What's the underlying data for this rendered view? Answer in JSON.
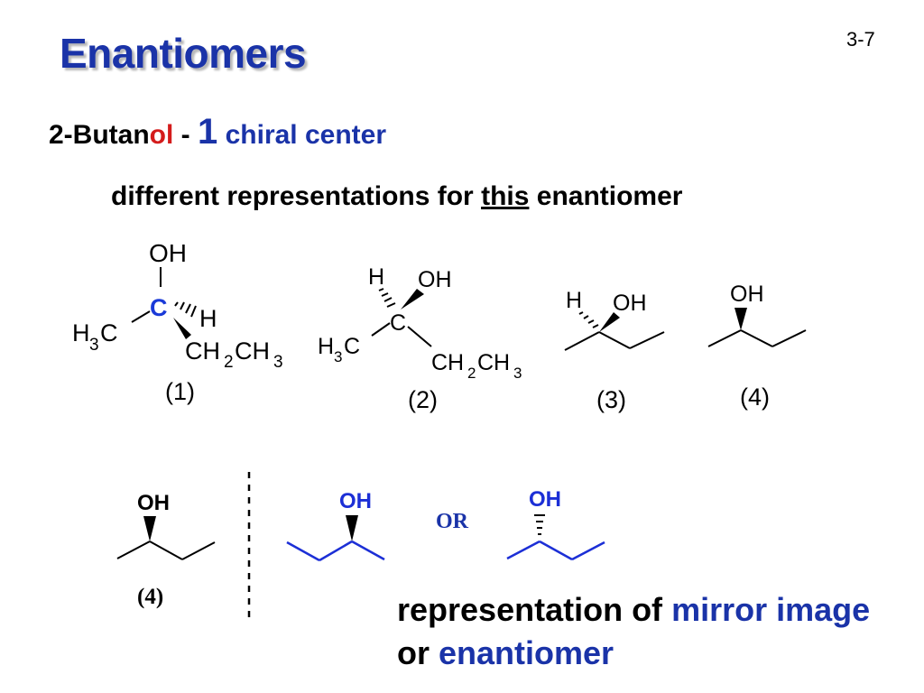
{
  "slide": {
    "title": "Enantiomers",
    "number": "3-7"
  },
  "subtitle": {
    "compound": "2-Butan",
    "suffix": "ol",
    "dash": " - ",
    "count": "1",
    "center_text": " chiral center"
  },
  "description": {
    "before": "different representations for ",
    "underlined": "this",
    "after": " enantiomer"
  },
  "structures": {
    "s1": {
      "label": "(1)",
      "oh": "OH",
      "c": "C",
      "h": "H",
      "left": "H",
      "left_sub": "3",
      "left_c": "C",
      "right_a": "CH",
      "right_sub": "2",
      "right_b": "CH",
      "right_sub2": "3"
    },
    "s2": {
      "label": "(2)",
      "oh": "OH",
      "c": "C",
      "h": "H",
      "left": "H",
      "left_sub": "3",
      "left_c": "C",
      "right_a": "CH",
      "right_sub": "2",
      "right_b": "CH",
      "right_sub2": "3"
    },
    "s3": {
      "label": "(3)",
      "oh": "OH",
      "h": "H"
    },
    "s4": {
      "label": "(4)",
      "oh": "OH"
    }
  },
  "comparison": {
    "left_oh": "OH",
    "left_label": "(4)",
    "mirror1_oh": "OH",
    "or_text": "OR",
    "mirror2_oh": "OH"
  },
  "caption": {
    "line1_before": "representation of ",
    "line1_blue": "mirror image",
    "line2_before": "or ",
    "line2_blue": "enantiomer"
  },
  "colors": {
    "title": "#1a33a8",
    "accent_blue": "#1a33a8",
    "accent_red": "#d41c1c",
    "bright_blue": "#1a3ad8",
    "structure_blue": "#1c2fd6"
  }
}
